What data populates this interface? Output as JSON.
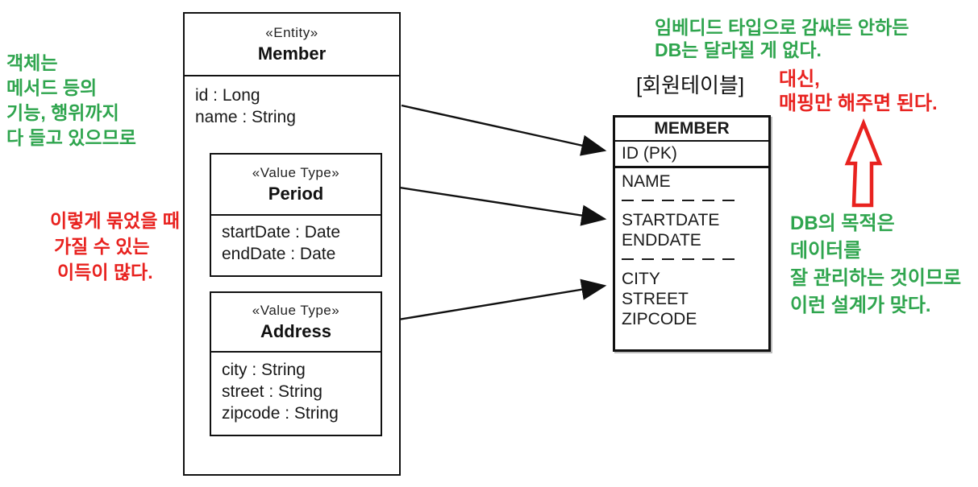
{
  "colors": {
    "annotation_green": "#2fa54e",
    "annotation_red": "#e8221f",
    "diagram_black": "#111111"
  },
  "uml": {
    "member": {
      "stereotype": "«Entity»",
      "name": "Member",
      "attributes": [
        "id : Long",
        "name : String"
      ]
    },
    "period": {
      "stereotype": "«Value Type»",
      "name": "Period",
      "attributes": [
        "startDate : Date",
        "endDate : Date"
      ]
    },
    "address": {
      "stereotype": "«Value Type»",
      "name": "Address",
      "attributes": [
        "city : String",
        "street : String",
        "zipcode : String"
      ]
    }
  },
  "db": {
    "caption": "[회원테이블]",
    "table_name": "MEMBER",
    "pk_row": "ID (PK)",
    "rows_group1": [
      "NAME"
    ],
    "rows_group2": [
      "STARTDATE",
      "ENDDATE"
    ],
    "rows_group3": [
      "CITY",
      "STREET",
      "ZIPCODE"
    ]
  },
  "notes": {
    "left_green": [
      "객체는",
      "메서드 등의",
      "기능, 행위까지",
      "다 들고 있으므로"
    ],
    "left_red": [
      "이렇게 묶었을 때",
      "가질 수 있는",
      "이득이 많다."
    ],
    "top_green": [
      "임베디드 타입으로 감싸든 안하든",
      "DB는 달라질 게 없다."
    ],
    "top_red": [
      "대신,",
      "매핑만 해주면 된다."
    ],
    "bottom_green": [
      "DB의 목적은",
      "데이터를",
      "잘 관리하는 것이므로",
      "이런 설계가 맞다."
    ]
  }
}
